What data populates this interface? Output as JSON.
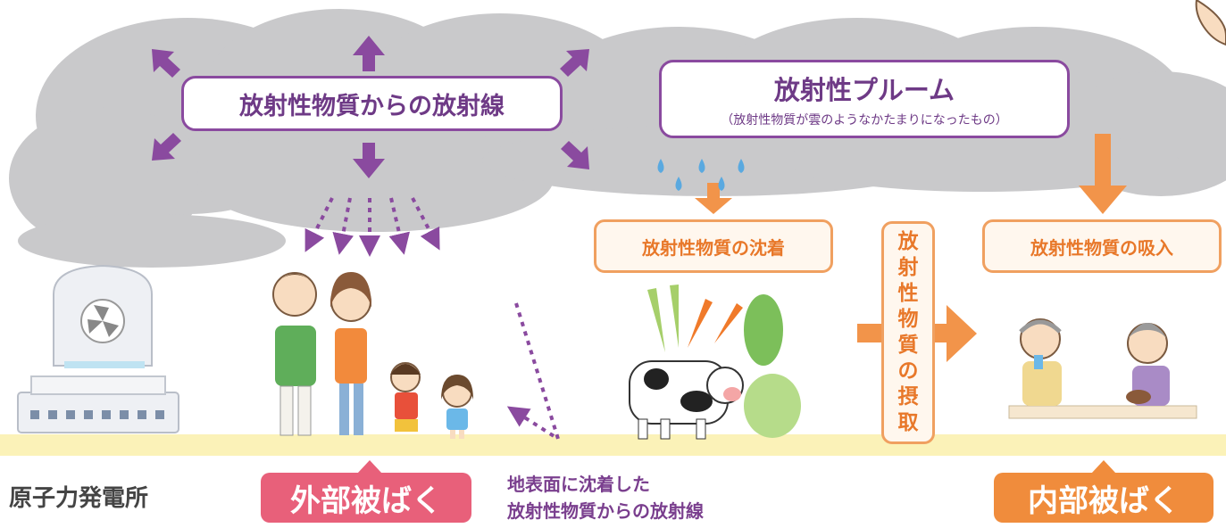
{
  "labels": {
    "radiation_from_material": "放射性物質からの放射線",
    "plume_title": "放射性プルーム",
    "plume_subtitle": "（放射性物質が雲のようなかたまりになったもの）",
    "deposition": "放射性物質の沈着",
    "intake_chars": [
      "放",
      "射",
      "性",
      "物",
      "質",
      "の",
      "摂",
      "取"
    ],
    "inhalation": "放射性物質の吸入",
    "power_plant": "原子力発電所",
    "external_exposure": "外部被ばく",
    "ground_radiation_line1": "地表面に沈着した",
    "ground_radiation_line2": "放射性物質からの放射線",
    "internal_exposure": "内部被ばく"
  },
  "colors": {
    "cloud": "#c9c9cb",
    "purple": "#8a4a9f",
    "orange": "#f2944a",
    "pink_badge": "#e8607a",
    "orange_badge": "#f08c3c",
    "ground": "#fbf2b8",
    "drops": "#5aa9e0"
  }
}
